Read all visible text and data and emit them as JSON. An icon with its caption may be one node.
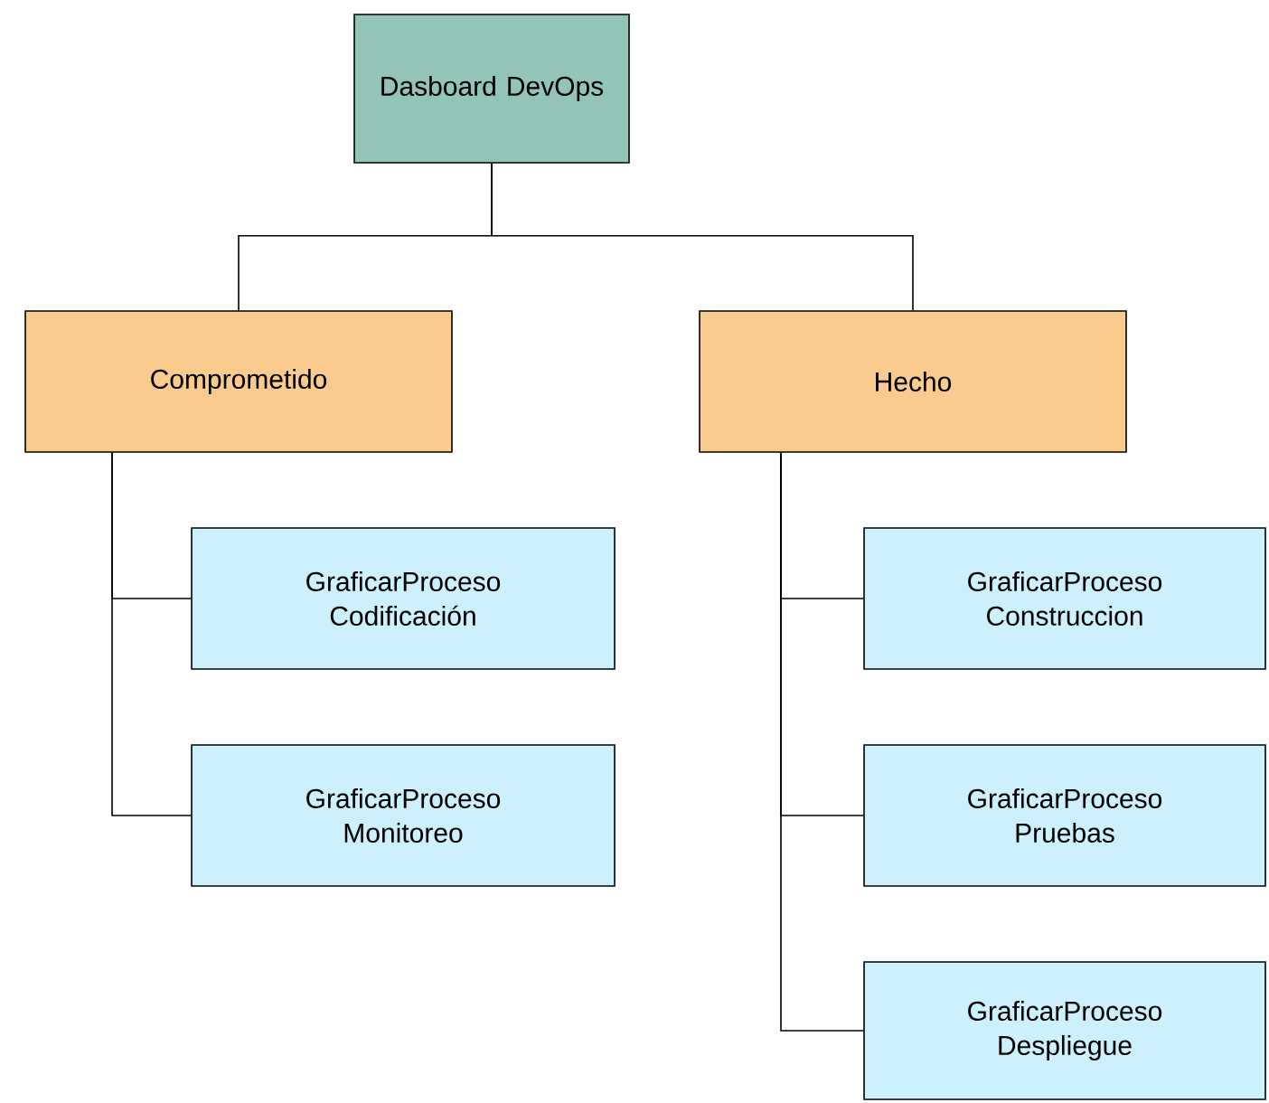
{
  "diagram": {
    "nodes": [
      {
        "text": [
          "Dasboard DevOps"
        ]
      },
      {
        "text": [
          "Comprometido"
        ]
      },
      {
        "text": [
          "Hecho"
        ]
      },
      {
        "text": [
          "GraficarProceso Codificación"
        ]
      },
      {
        "text": [
          "GraficarProceso Monitoreo"
        ]
      },
      {
        "text": [
          "GraficarProceso Construccion"
        ]
      },
      {
        "text": [
          "GraficarProceso Pruebas"
        ]
      },
      {
        "text": [
          "GraficarProceso Despliegue"
        ]
      }
    ],
    "edges": [
      {
        "from": 0,
        "to": 1,
        "arrow": "none"
      },
      {
        "from": 0,
        "to": 2,
        "arrow": "none"
      },
      {
        "from": 1,
        "to": 3,
        "arrow": "none"
      },
      {
        "from": 1,
        "to": 4,
        "arrow": "none"
      },
      {
        "from": 2,
        "to": 5,
        "arrow": "none"
      },
      {
        "from": 2,
        "to": 6,
        "arrow": "none"
      },
      {
        "from": 2,
        "to": 7,
        "arrow": "none"
      }
    ]
  }
}
